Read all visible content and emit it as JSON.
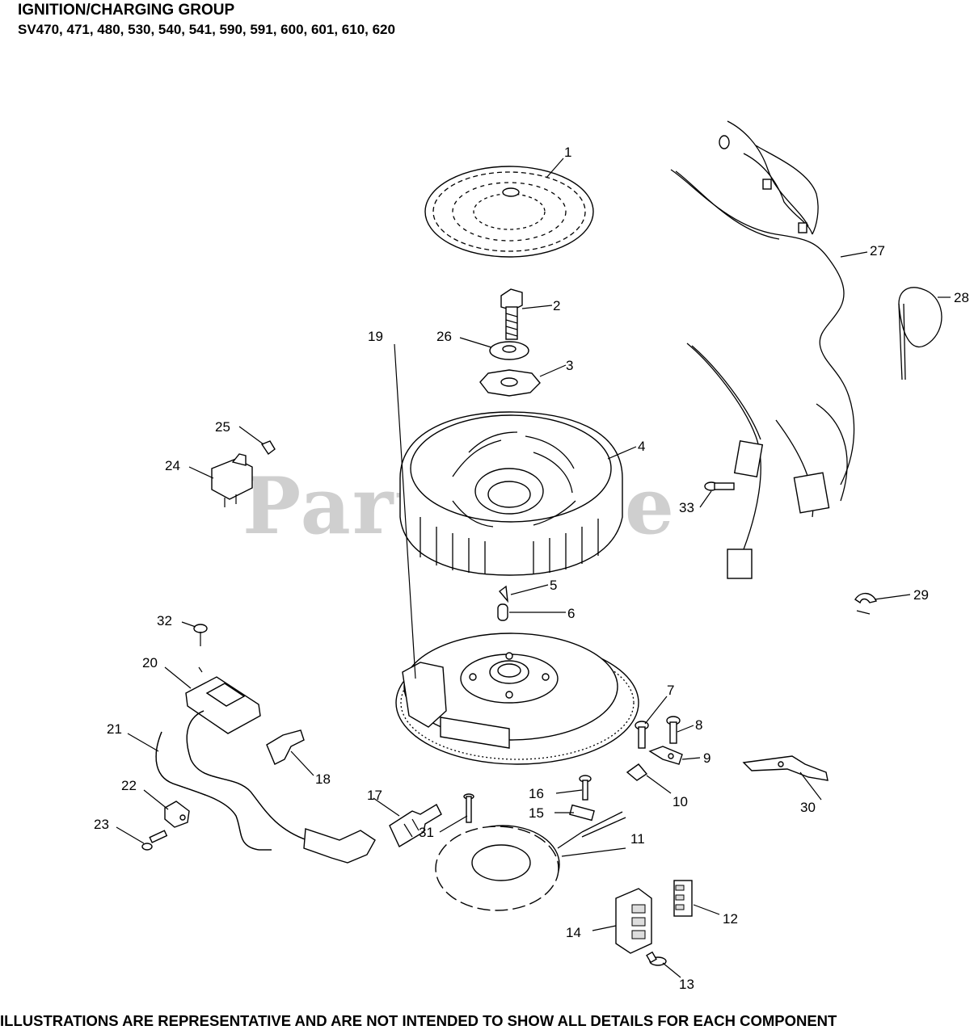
{
  "header": {
    "title": "IGNITION/CHARGING GROUP",
    "models": "SV470, 471, 480, 530, 540, 541, 590, 591, 600, 601, 610, 620"
  },
  "watermark": "PartsTree",
  "footer": "ILLUSTRATIONS ARE REPRESENTATIVE AND ARE NOT INTENDED TO SHOW ALL DETAILS FOR EACH COMPONENT",
  "callouts": [
    {
      "id": "1",
      "text": "1"
    },
    {
      "id": "2",
      "text": "2"
    },
    {
      "id": "3",
      "text": "3"
    },
    {
      "id": "4",
      "text": "4"
    },
    {
      "id": "5",
      "text": "5"
    },
    {
      "id": "6",
      "text": "6"
    },
    {
      "id": "7",
      "text": "7"
    },
    {
      "id": "8",
      "text": "8"
    },
    {
      "id": "9",
      "text": "9"
    },
    {
      "id": "10",
      "text": "10"
    },
    {
      "id": "11",
      "text": "11"
    },
    {
      "id": "12",
      "text": "12"
    },
    {
      "id": "13",
      "text": "13"
    },
    {
      "id": "14",
      "text": "14"
    },
    {
      "id": "15",
      "text": "15"
    },
    {
      "id": "16",
      "text": "16"
    },
    {
      "id": "17",
      "text": "17"
    },
    {
      "id": "18",
      "text": "18"
    },
    {
      "id": "19",
      "text": "19"
    },
    {
      "id": "20",
      "text": "20"
    },
    {
      "id": "21",
      "text": "21"
    },
    {
      "id": "22",
      "text": "22"
    },
    {
      "id": "23",
      "text": "23"
    },
    {
      "id": "24",
      "text": "24"
    },
    {
      "id": "25",
      "text": "25"
    },
    {
      "id": "26",
      "text": "26"
    },
    {
      "id": "27",
      "text": "27"
    },
    {
      "id": "28",
      "text": "28"
    },
    {
      "id": "29",
      "text": "29"
    },
    {
      "id": "30",
      "text": "30"
    },
    {
      "id": "31",
      "text": "31"
    },
    {
      "id": "32",
      "text": "32"
    },
    {
      "id": "33",
      "text": "33"
    }
  ]
}
